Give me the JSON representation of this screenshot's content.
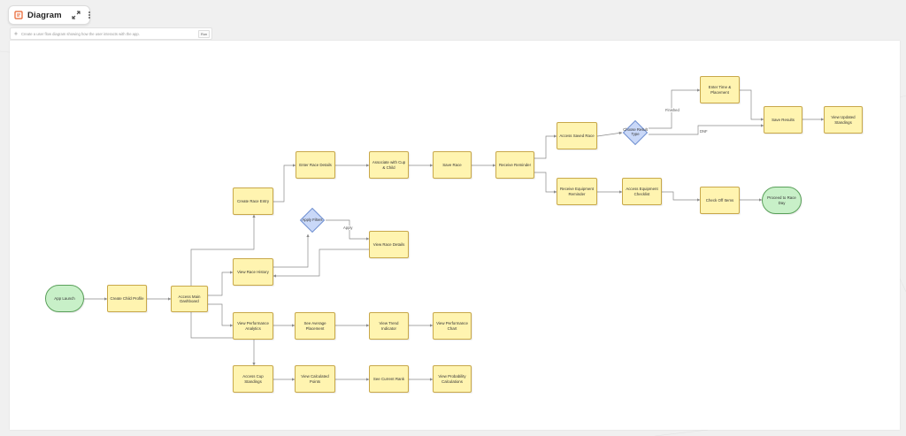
{
  "toolbar": {
    "title": "Diagram",
    "logo_icon": "diagram-logo-icon",
    "expand_icon": "expand-icon",
    "menu_icon": "more-vertical-icon"
  },
  "prompt": {
    "placeholder": "Create a user flow diagram showing how the user interacts with the app.",
    "run_label": "Run"
  },
  "colors": {
    "process_fill": "#fff4b0",
    "process_border": "#c8a84a",
    "terminal_fill": "#c8f0c8",
    "decision_fill": "#c9d8f8",
    "edge": "#8a8a8a"
  },
  "diagram": {
    "nodes": {
      "app_launch": "App Launch",
      "create_child_profile": "Create Child Profile",
      "access_main_dashboard": "Access Main Dashboard",
      "create_race_entry": "Create Race Entry",
      "view_race_history": "View Race History",
      "view_performance_analytics": "View Performance Analytics",
      "access_cup_standings": "Access Cup Standings",
      "enter_race_details": "Enter Race Details",
      "associate_with_cup_child": "Associate with Cup & Child",
      "save_race": "Save Race",
      "receive_reminder": "Receive Reminder",
      "access_saved_race": "Access Saved Race",
      "choose_result_type": "Choose Result Type",
      "enter_time_placement": "Enter Time & Placement",
      "save_results": "Save Results",
      "view_updated_standings": "View Updated Standings",
      "receive_equipment_reminder": "Receive Equipment Reminder",
      "access_equipment_checklist": "Access Equipment Checklist",
      "check_off_items": "Check Off Items",
      "proceed_to_race_day": "Proceed to Race Day",
      "apply_filters": "Apply Filters",
      "view_race_details": "View Race Details",
      "see_average_placement": "See Average Placement",
      "view_trend_indicator": "View Trend Indicator",
      "view_performance_chart": "View Performance Chart",
      "view_calculated_points": "View Calculated Points",
      "see_current_rank": "See Current Rank",
      "view_probability_calculations": "View Probability Calculations"
    },
    "edge_labels": {
      "finished": "Finished",
      "dnf": "DNF",
      "apply": "Apply"
    }
  }
}
